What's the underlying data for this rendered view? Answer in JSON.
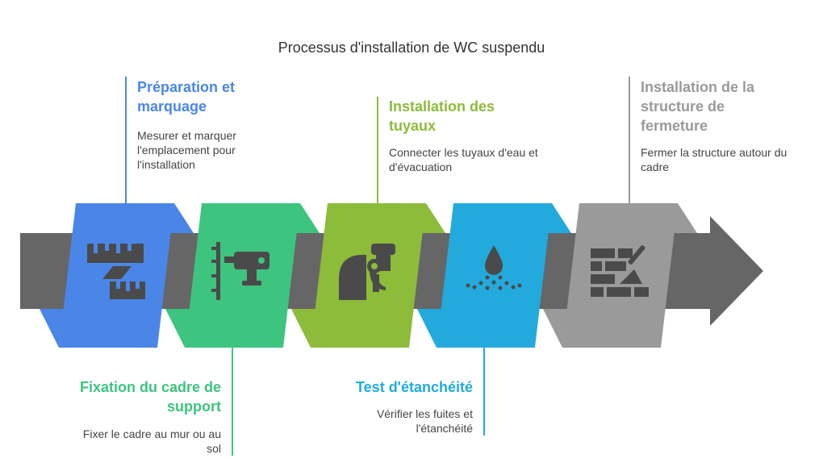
{
  "title": "Processus d'installation de WC suspendu",
  "colors": {
    "blue": "#4A86E8",
    "green": "#3DC47E",
    "lime": "#8DBB3A",
    "cyan": "#22AADD",
    "gray": "#9A9A9A",
    "arrow": "#666666",
    "icon": "#4A4A4A"
  },
  "steps": [
    {
      "heading": "Préparation et marquage",
      "description": "Mesurer et marquer l'emplacement pour l'installation",
      "icon": "ruler-icon",
      "color": "#4A86E8"
    },
    {
      "heading": "Fixation du cadre de support",
      "description": "Fixer le cadre au mur ou au sol",
      "icon": "drill-icon",
      "color": "#3DC47E"
    },
    {
      "heading": "Installation des tuyaux",
      "description": "Connecter les tuyaux d'eau et d'évacuation",
      "icon": "pipe-icon",
      "color": "#8DBB3A"
    },
    {
      "heading": "Test d'étanchéité",
      "description": "Vérifier les fuites et l'étanchéité",
      "icon": "water-drop-icon",
      "color": "#22AADD"
    },
    {
      "heading": "Installation de la structure de fermeture",
      "description": "Fermer la structure autour du cadre",
      "icon": "brick-wall-icon",
      "color": "#9A9A9A"
    }
  ]
}
